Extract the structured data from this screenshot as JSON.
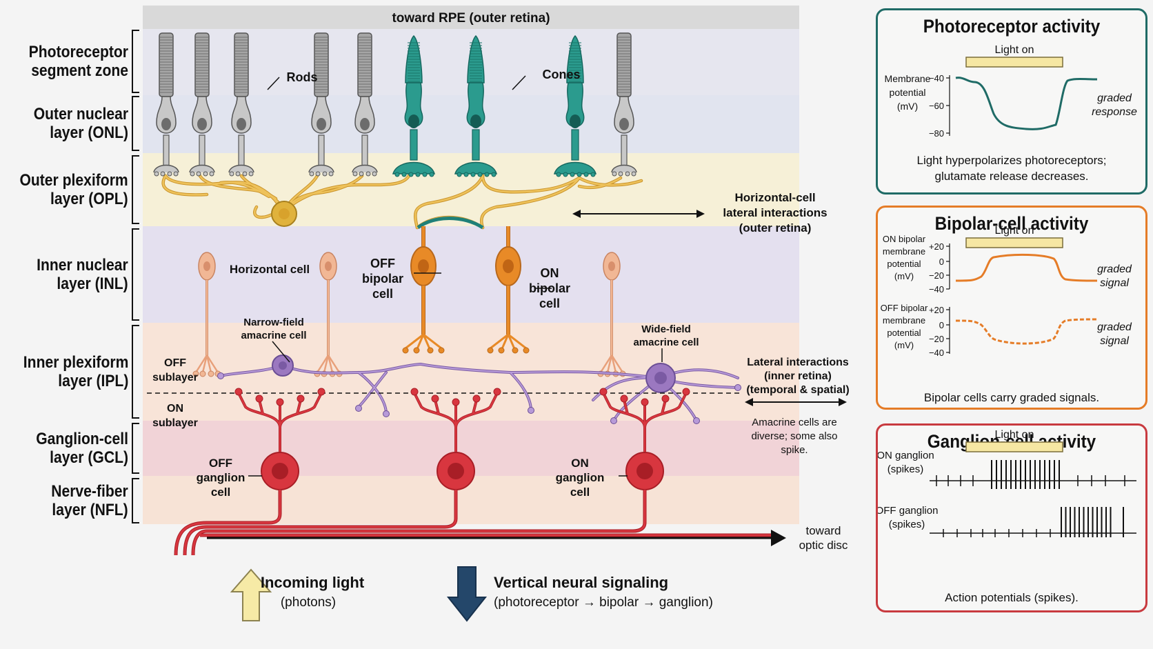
{
  "diagram": {
    "top_band_label": "toward RPE (outer retina)",
    "layers": [
      {
        "key": "psz",
        "label": [
          "Photoreceptor",
          "segment zone"
        ],
        "color": "#e6e6ef"
      },
      {
        "key": "onl",
        "label": [
          "Outer nuclear",
          "layer (ONL)"
        ],
        "color": "#e1e4ef"
      },
      {
        "key": "opl",
        "label": [
          "Outer plexiform",
          "layer (OPL)"
        ],
        "color": "#f6f0d7"
      },
      {
        "key": "inl",
        "label": [
          "Inner nuclear",
          "layer (INL)"
        ],
        "color": "#e4e0ef"
      },
      {
        "key": "ipl",
        "label": [
          "Inner plexiform",
          "layer (IPL)"
        ],
        "color": "#f8e4d8"
      },
      {
        "key": "gcl",
        "label": [
          "Ganglion-cell",
          "layer (GCL)"
        ],
        "color": "#f1d3d7"
      },
      {
        "key": "nfl",
        "label": [
          "Nerve-fiber",
          "layer (NFL)"
        ],
        "color": "#f7e3d6"
      }
    ],
    "labels": {
      "rods": "Rods",
      "cones": "Cones",
      "horizontal_cell": "Horizontal cell",
      "horizontal_interactions": [
        "Horizontal-cell",
        "lateral interactions",
        "(outer retina)"
      ],
      "off_bipolar": [
        "OFF",
        "bipolar",
        "cell"
      ],
      "on_bipolar": [
        "ON",
        "bipolar",
        "cell"
      ],
      "narrow_amacrine": [
        "Narrow-field",
        "amacrine cell"
      ],
      "wide_amacrine": [
        "Wide-field",
        "amacrine cell"
      ],
      "off_sublayer": [
        "OFF",
        "sublayer"
      ],
      "on_sublayer": [
        "ON",
        "sublayer"
      ],
      "inner_interactions": [
        "Lateral interactions",
        "(inner retina)",
        "(temporal & spatial)"
      ],
      "amacrine_note": [
        "Amacrine cells are",
        "diverse; some also",
        "spike."
      ],
      "off_ganglion": [
        "OFF",
        "ganglion",
        "cell"
      ],
      "on_ganglion": [
        "ON",
        "ganglion",
        "cell"
      ],
      "optic_disc": [
        "toward",
        "optic disc"
      ],
      "incoming_light": "Incoming light",
      "incoming_light_sub": "(photons)",
      "vertical_signaling": "Vertical neural signaling",
      "vertical_signaling_sub": "(photoreceptor → bipolar → ganglion)"
    },
    "colors": {
      "rod": "#b9b9b9",
      "cone": "#2b9b8e",
      "horizontal": "#e0b23c",
      "bipolar": "#e88a27",
      "amacrine": "#9b78c0",
      "ganglion": "#d8363f",
      "incoming_arrow": "#f6eaa6",
      "vertical_arrow": "#24476a"
    }
  },
  "panels": {
    "photoreceptor": {
      "title": "Photoreceptor activity",
      "light_label": "Light on",
      "ylabel": [
        "Membrane",
        "potential",
        "(mV)"
      ],
      "ticks": [
        "−40",
        "−60",
        "−80"
      ],
      "side_label": [
        "graded",
        "response"
      ],
      "caption": [
        "Light hyperpolarizes photoreceptors;",
        "glutamate release decreases."
      ],
      "color": "#1f6b66"
    },
    "bipolar": {
      "title": "Bipolar-cell activity",
      "light_label": "Light on",
      "on_ylabel": [
        "ON bipolar",
        "membrane",
        "potential",
        "(mV)"
      ],
      "off_ylabel": [
        "OFF bipolar",
        "membrane",
        "potential",
        "(mV)"
      ],
      "ticks": [
        "+20",
        "0",
        "−20",
        "−40"
      ],
      "side_label": [
        "graded",
        "signal"
      ],
      "caption": "Bipolar cells carry graded signals.",
      "color": "#e57c27"
    },
    "ganglion": {
      "title": "Ganglion-cell activity",
      "light_label": "Light on",
      "on_label": [
        "ON ganglion",
        "(spikes)"
      ],
      "off_label": [
        "OFF ganglion",
        "(spikes)"
      ],
      "caption": "Action potentials (spikes).",
      "color": "#c83a3f"
    }
  }
}
